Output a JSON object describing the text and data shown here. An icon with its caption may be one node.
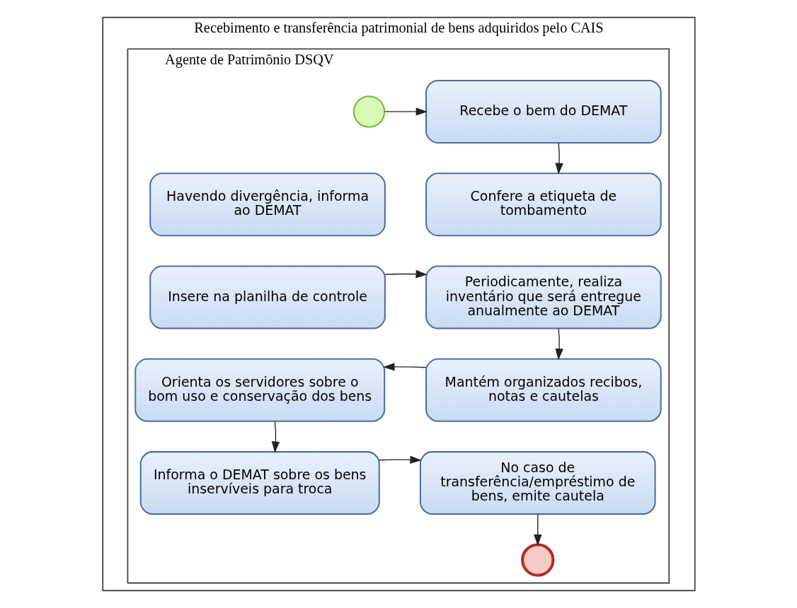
{
  "diagram": {
    "nodes": [
      {
        "text": [
          "Recebimento e transferência patrimonial de bens adquiridos pelo CAIS"
        ]
      },
      {
        "text": [
          "Agente de Patrimônio DSQV"
        ],
        "in": 0
      },
      {
        "text": [],
        "shape": "circle",
        "in": 1
      },
      {
        "text": [
          "Recebe o bem do DEMAT"
        ],
        "in": 1
      },
      {
        "text": [
          "Havendo divergência, informa ao DEMAT"
        ],
        "in": 1
      },
      {
        "text": [
          "Confere a etiqueta de tombamento"
        ],
        "in": 1
      },
      {
        "text": [
          "Insere na planilha de controle"
        ],
        "in": 1
      },
      {
        "text": [
          "Periodicamente, realiza inventário que será entregue anualmente ao DEMAT"
        ],
        "in": 1
      },
      {
        "text": [
          "Orienta os servidores sobre o bom uso e conservação dos bens"
        ],
        "in": 1
      },
      {
        "text": [
          "Mantém organizados recibos, notas e cautelas"
        ],
        "in": 1
      },
      {
        "text": [
          "Informa o DEMAT sobre os bens inservíveis para troca"
        ],
        "in": 1
      },
      {
        "text": [
          "No caso de transferência/empréstimo de bens, emite cautela"
        ],
        "in": 1
      },
      {
        "text": [],
        "shape": "circle",
        "in": 1
      }
    ],
    "edges": [
      {
        "from": 2,
        "to": 3,
        "arrow": "to"
      },
      {
        "from": 3,
        "to": 5,
        "arrow": "to"
      },
      {
        "from": 6,
        "to": 7,
        "arrow": "to"
      },
      {
        "from": 7,
        "to": 9,
        "arrow": "to"
      },
      {
        "from": 9,
        "to": 8,
        "arrow": "to"
      },
      {
        "from": 8,
        "to": 10,
        "arrow": "to"
      },
      {
        "from": 10,
        "to": 11,
        "arrow": "to"
      },
      {
        "from": 11,
        "to": 12,
        "arrow": "to"
      }
    ]
  }
}
